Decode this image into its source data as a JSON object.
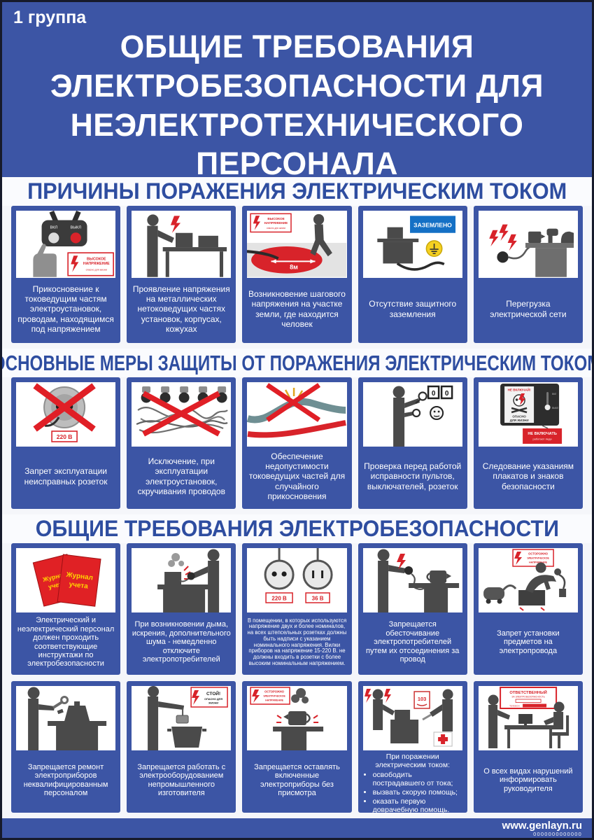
{
  "poster": {
    "group_label": "1 группа",
    "title_lines": [
      "ОБЩИЕ ТРЕБОВАНИЯ",
      "ЭЛЕКТРОБЕЗОПАСНОСТИ ДЛЯ",
      "НЕЭЛЕКТРОТЕХНИЧЕСКОГО",
      "ПЕРСОНАЛА"
    ],
    "footer": {
      "website": "www.genlayn.ru",
      "code": "0000000000000"
    }
  },
  "colors": {
    "poster_blue": "#3C55A5",
    "danger_red": "#D8232A",
    "sign_blue": "#1470C5",
    "warning_yellow": "#F5D021",
    "title_blue": "#2E4DA0"
  },
  "labels": {
    "on": "ВКЛ",
    "off": "ВЫКЛ",
    "hv1": "ВЫСОКОЕ",
    "hv2": "НАПРЯЖЕНИЕ",
    "hv3": "опасно для жизни",
    "dist": "8м",
    "grounded": "ЗАЗЕМЛЕНО",
    "v220": "220 В",
    "v36": "36 В",
    "noon1": "НЕ ВКЛЮЧАЙ!",
    "noon2": "ОПАСНО",
    "noon3": "ДЛЯ ЖИЗНИ",
    "tag1": "НЕ ВКЛЮЧАТЬ",
    "tag2": "работают люди",
    "journal1": "Журнал",
    "journal2": "учета",
    "caut1": "ОСТОРОЖНО",
    "caut2": "ЭЛЕКТРИЧЕСКОЕ",
    "caut3": "НАПРЯЖЕНИЕ",
    "stop1": "СТОЙ!",
    "stop2": "ОПАСНО ДЛЯ",
    "stop3": "ЖИЗНИ",
    "phone": "103",
    "resp1": "ОТВЕТСТВЕННЫЙ",
    "resp2": "ЗА ЭЛЕКТРОБЕЗОПАСНОСТЬ",
    "resp3": "ТЕЛЕФОН",
    "zero": "0"
  },
  "sections": [
    {
      "title": "ПРИЧИНЫ ПОРАЖЕНИЯ ЭЛЕКТРИЧЕСКИМ ТОКОМ",
      "cards": [
        {
          "caption": "Прикосновение к токоведущим частям электроустановок, проводам, находящимся под напряжением"
        },
        {
          "caption": "Проявление напряжения на металлических нетоковедущих частях установок, корпусах, кожухах"
        },
        {
          "caption": "Возникновение шагового напряжения на участке земли, где находится человек"
        },
        {
          "caption": "Отсутствие защитного заземления"
        },
        {
          "caption": "Перегрузка электрической сети"
        }
      ]
    },
    {
      "title": "ОСНОВНЫЕ МЕРЫ ЗАЩИТЫ ОТ ПОРАЖЕНИЯ ЭЛЕКТРИЧЕСКИМ ТОКОМ",
      "cards": [
        {
          "caption": "Запрет эксплуатации неисправных розеток"
        },
        {
          "caption": "Исключение, при эксплуатации электроустановок, скручивания проводов"
        },
        {
          "caption": "Обеспечение недопустимости токоведущих частей для случайного прикосновения"
        },
        {
          "caption": "Проверка перед работой исправности пультов, выключателей, розеток"
        },
        {
          "caption": "Следование указаниям плакатов и знаков безопасности"
        }
      ]
    },
    {
      "title": "ОБЩИЕ ТРЕБОВАНИЯ ЭЛЕКТРОБЕЗОПАСНОСТИ",
      "cards": [
        {
          "caption": "Электрический и неэлектрический персонал должен проходить соответствующие инструктажи по электробезопасности"
        },
        {
          "caption": "При возникновении дыма, искрения, дополнительного шума - немедленно отключите электропотребителей"
        },
        {
          "caption": "В помещении, в которых используются напряжение двух и более номиналов, на всех штепсельных розетках должны быть надписи с указанием номинального напряжения. Вилки приборов на напряжение 15-220 В. не должны входить в розетки с более высоким номинальным напряжением."
        },
        {
          "caption": "Запрещается обесточивание электропотребителей путем их отсоединения за провод"
        },
        {
          "caption": "Запрет установки предметов на электропровода"
        },
        {
          "caption": "Запрещается ремонт электроприборов неквалифицированным персоналом"
        },
        {
          "caption": "Запрещается работать с электрооборудованием непромышленного изготовителя"
        },
        {
          "caption": "Запрещается оставлять включенные электроприборы без присмотра"
        },
        {
          "heading": "При поражении электрическим током:",
          "bullets": [
            "освободить пострадавшего от тока;",
            "вызвать скорую помощь;",
            "оказать первую доврачебную помощь."
          ]
        },
        {
          "caption": "О всех видах нарушений информировать руководителя"
        }
      ]
    }
  ]
}
